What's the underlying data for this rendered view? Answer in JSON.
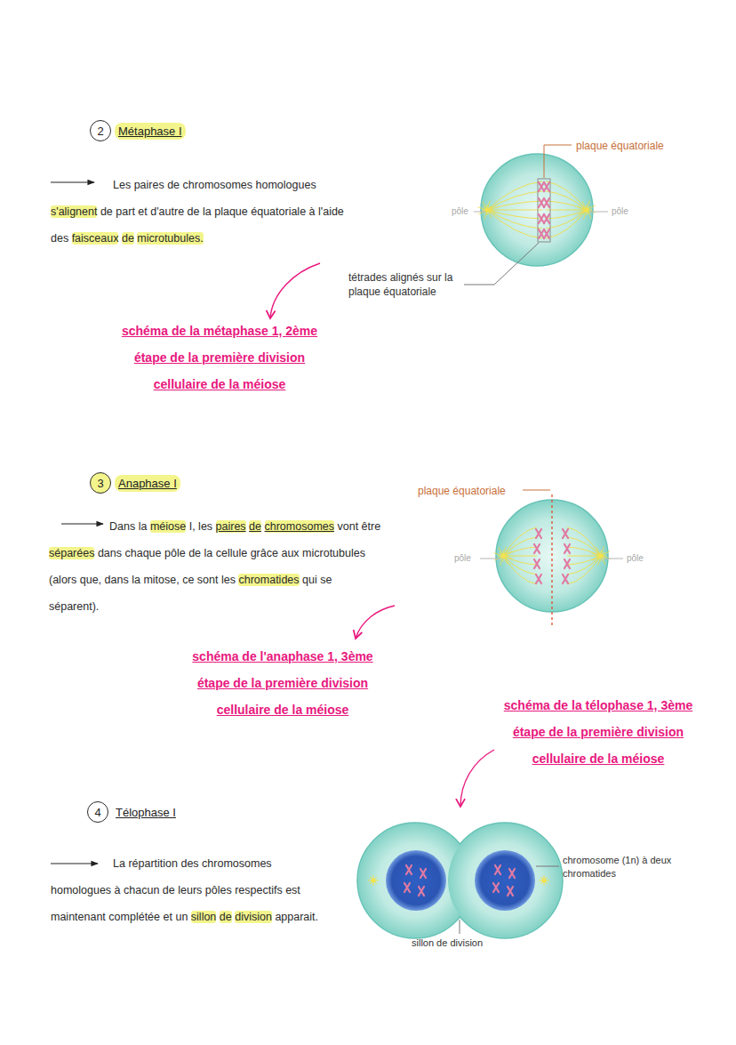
{
  "diagram": {
    "nodes": [
      {
        "text": [
          "2",
          "Métaphase I"
        ]
      },
      {
        "text": [
          "3",
          "Anaphase I"
        ]
      },
      {
        "text": [
          "4",
          "Télophase I"
        ]
      }
    ],
    "labels": [
      "Les paires de chromosomes homologues s'alignent de part et d'autre de la plaque équatoriale à l'aide des faisceaux de microtubules.",
      "plaque équatoriale",
      "pôle",
      "pôle",
      "tétrades alignés sur la plaque équatoriale",
      "schéma de la métaphase 1, 2ème étape de la première division cellulaire de la méiose",
      "Dans la méiose I, les paires de chromosomes vont être séparées dans chaque pôle de la cellule grâce aux microtubules (alors que, dans la mitose, ce sont les chromatides qui se séparent).",
      "plaque équatoriale",
      "pôle",
      "pôle",
      "schéma de l'anaphase 1, 3ème étape de la première division cellulaire de la méiose",
      "schéma de la télophase 1, 3ème étape de la première division cellulaire de la méiose",
      "La répartition des chromosomes homologues à chacun de leurs pôles respectifs est maintenant complétée et un sillon de division apparait.",
      "chromosome (1n) à deux chromatides",
      "sillon de division"
    ]
  }
}
